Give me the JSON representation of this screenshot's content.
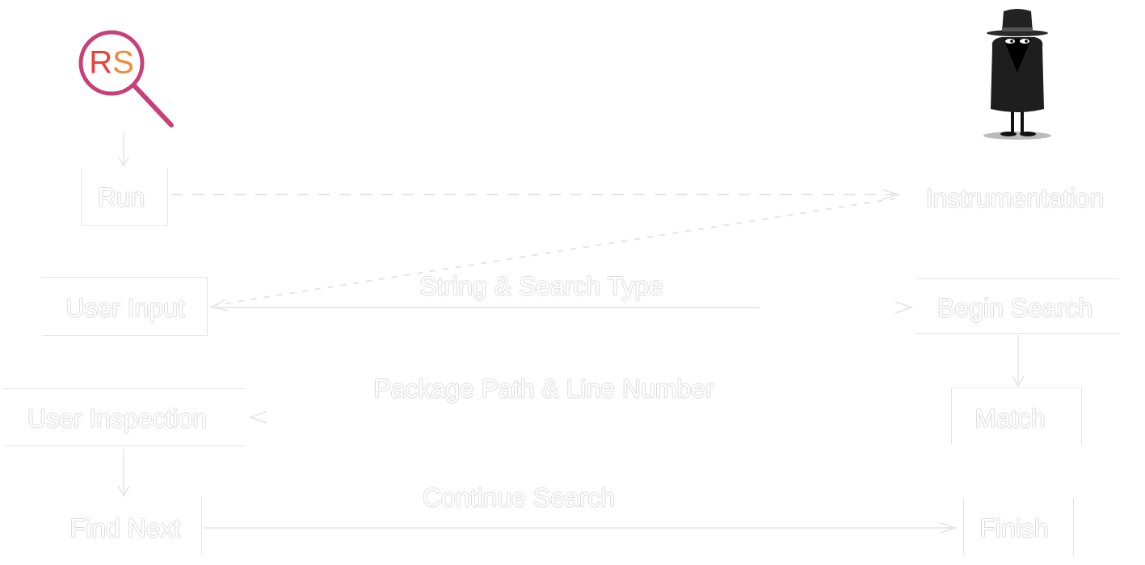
{
  "logo": {
    "text": "RS",
    "colors": {
      "ring": "#c8407a",
      "r": "#e8413c",
      "s": "#f08a3c"
    }
  },
  "spy_icon": "spy-icon",
  "nodes": {
    "run": "Run",
    "instrumentation": "Instrumentation",
    "user_input": "User Input",
    "begin_search": "Begin Search",
    "match": "Match",
    "user_inspection": "User Inspection",
    "find_next": "Find Next",
    "finish": "Finish"
  },
  "edges": {
    "string_search_type": "String & Search Type",
    "package_path_line": "Package Path & Line Number",
    "continue_search": "Continue Search"
  }
}
